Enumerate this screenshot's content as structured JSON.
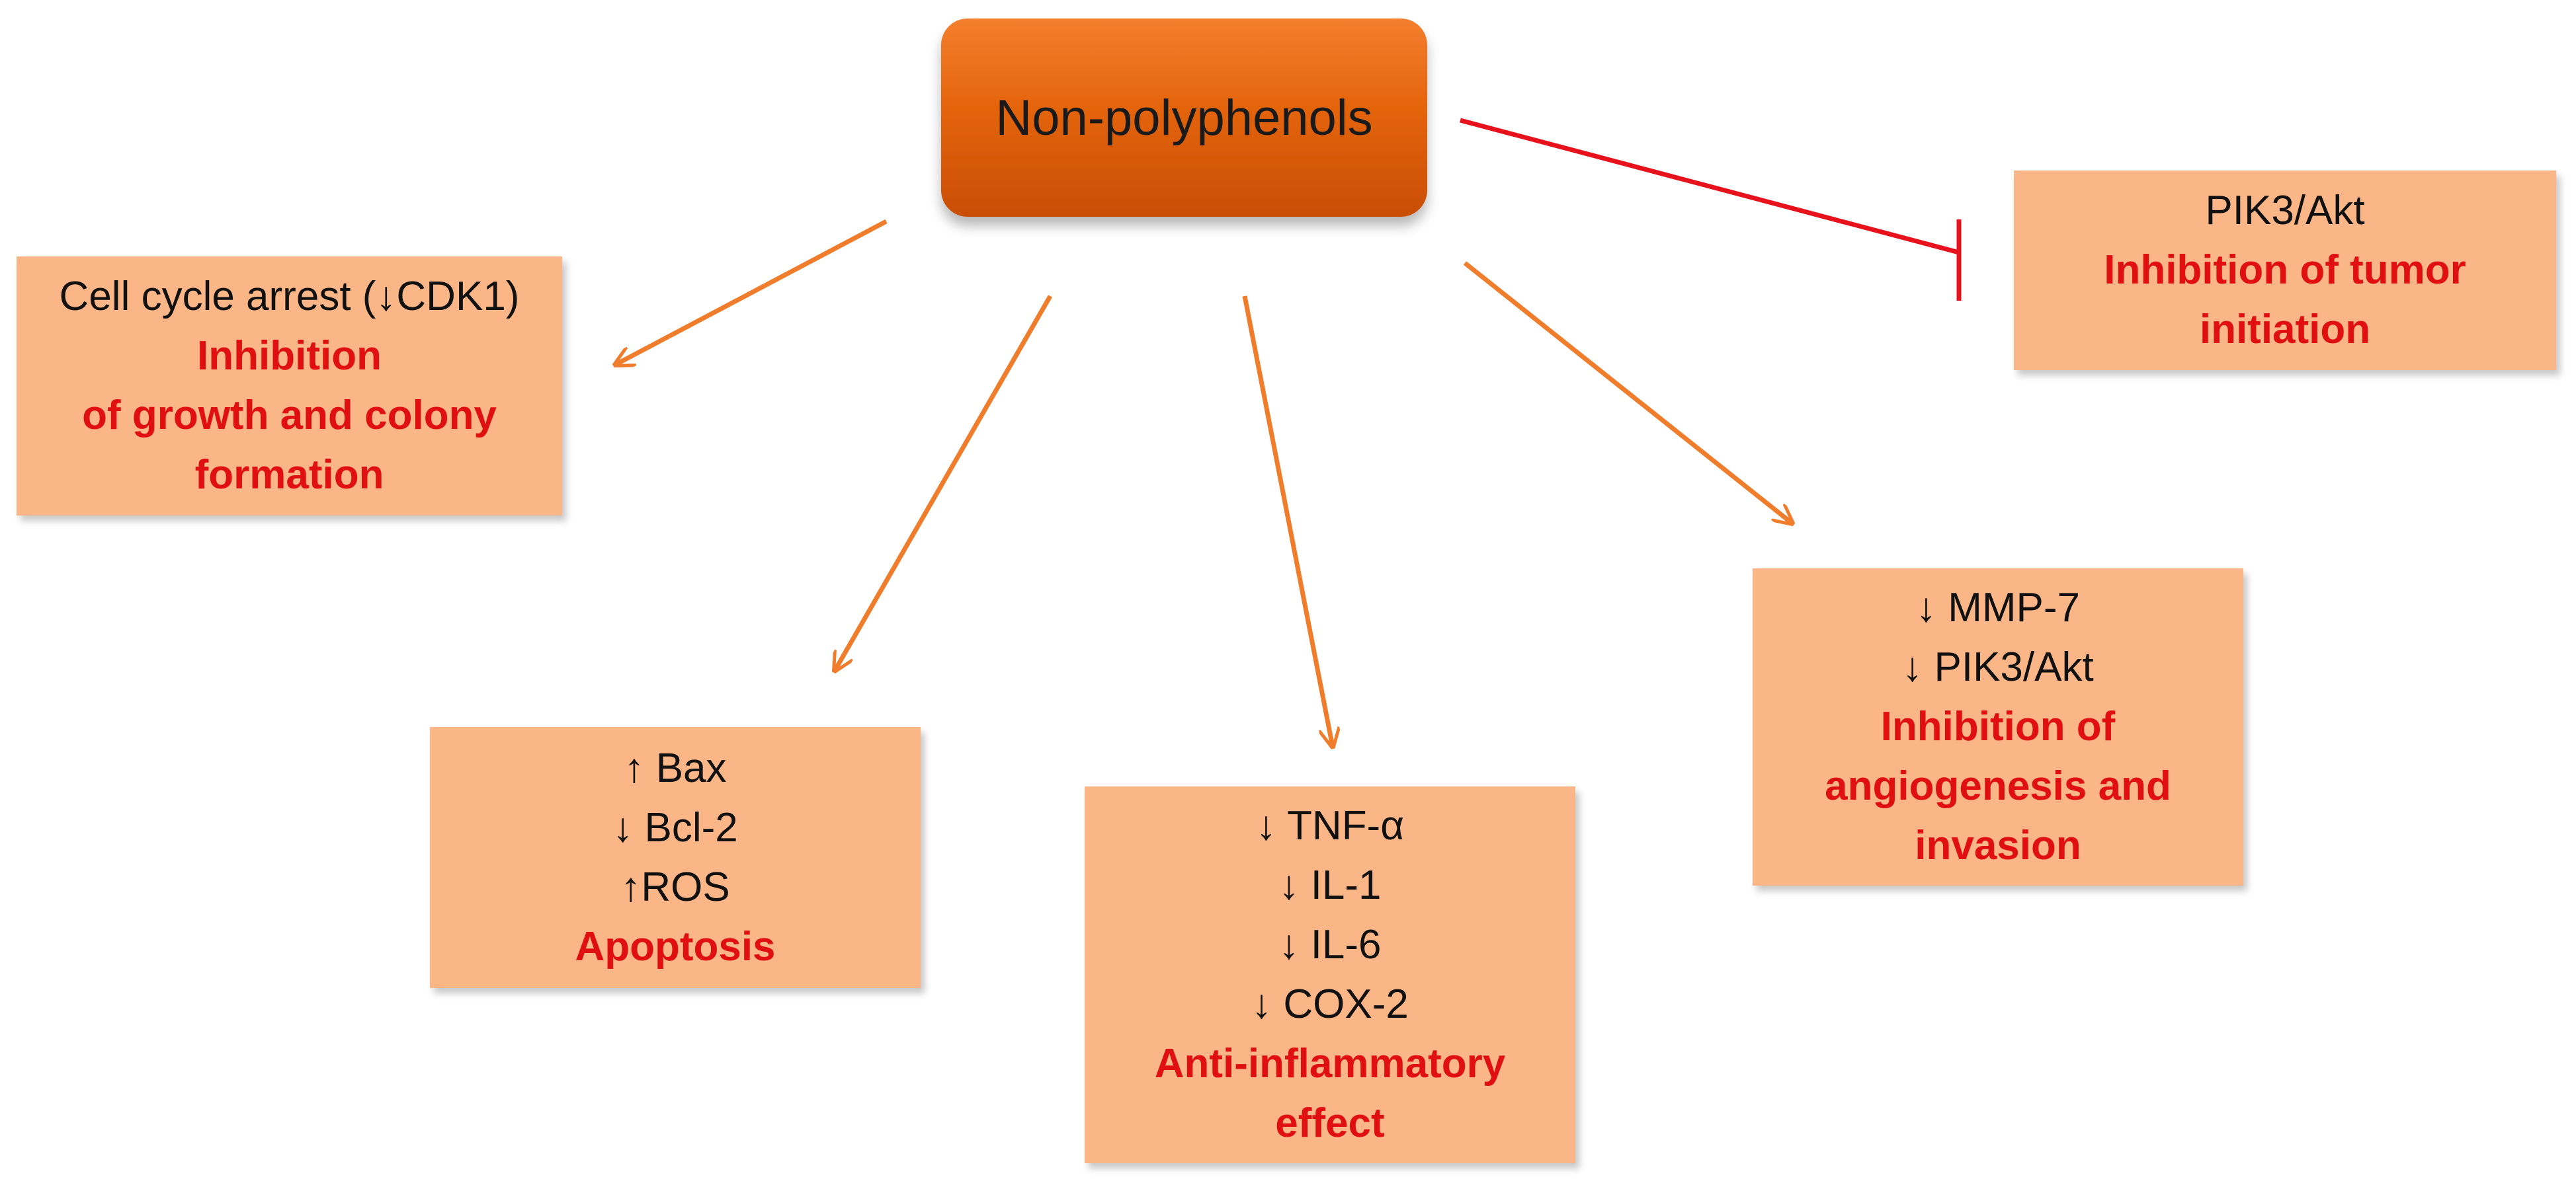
{
  "center": {
    "label": "Non-polyphenols"
  },
  "colors": {
    "activation_arrow": "#ef7d2b",
    "inhibition_arrow": "#e8121d",
    "box_fill": "#fbb688",
    "outcome_text": "#e01010",
    "center_fill": "#e4640c"
  },
  "boxes": {
    "cell_cycle": {
      "mediators": [
        "Cell cycle arrest (↓CDK1)"
      ],
      "outcome": [
        "Inhibition",
        "of growth and colony",
        "formation"
      ]
    },
    "apoptosis": {
      "mediators": [
        "↑ Bax",
        "↓ Bcl-2",
        "↑ROS"
      ],
      "outcome": [
        "Apoptosis"
      ]
    },
    "inflammation": {
      "mediators": [
        "↓ TNF-α",
        "↓ IL-1",
        "↓ IL-6",
        "↓ COX-2"
      ],
      "outcome": [
        "Anti-inflammatory",
        "effect"
      ]
    },
    "angiogenesis": {
      "mediators": [
        "↓ MMP-7",
        "↓ PIK3/Akt"
      ],
      "outcome": [
        "Inhibition of",
        "angiogenesis and",
        "invasion"
      ]
    },
    "tumor": {
      "mediators": [
        "PIK3/Akt"
      ],
      "outcome": [
        "Inhibition of tumor",
        "initiation"
      ]
    }
  },
  "edges": [
    {
      "from": "center",
      "to": "cell_cycle",
      "type": "activation"
    },
    {
      "from": "center",
      "to": "apoptosis",
      "type": "activation"
    },
    {
      "from": "center",
      "to": "inflammation",
      "type": "activation"
    },
    {
      "from": "center",
      "to": "angiogenesis",
      "type": "activation"
    },
    {
      "from": "center",
      "to": "tumor",
      "type": "inhibition"
    }
  ]
}
